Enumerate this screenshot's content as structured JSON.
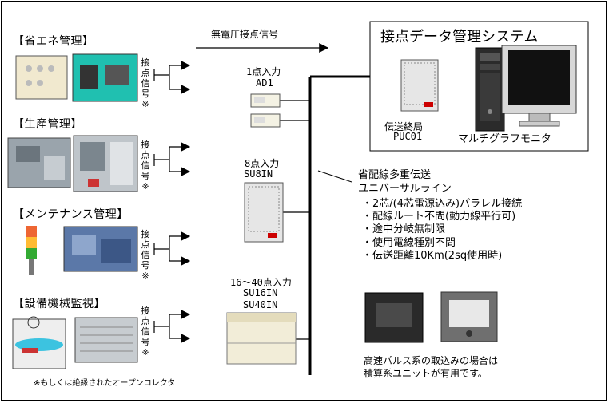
{
  "signal_arrow_label": "無電圧接点信号",
  "categories": [
    {
      "label": "【省エネ管理】"
    },
    {
      "label": "【生産管理】"
    },
    {
      "label": "【メンテナンス管理】"
    },
    {
      "label": "【設備機械監視】"
    }
  ],
  "signal_vertical": "接点信号※",
  "units": {
    "ad1_line1": "1点入力",
    "ad1_line2": "AD1",
    "su8_line1": "8点入力",
    "su8_line2": "SU8IN",
    "su16_line1": "16～40点入力",
    "su16_line2": "SU16IN",
    "su16_line3": "SU40IN"
  },
  "system": {
    "title": "接点データ管理システム",
    "terminal_line1": "伝送終局",
    "terminal_line2": "PUC01",
    "monitor_label": "マルチグラフモニタ"
  },
  "transmission": {
    "title_line1": "省配線多重伝送",
    "title_line2": "ユニバーサルライン",
    "features": [
      "・2芯/(4芯電源込み)パラレル接続",
      "・配線ルート不問(動力線平行可)",
      "・途中分岐無制限",
      "・使用電線種別不問",
      "・伝送距離10Km(2sq使用時)"
    ]
  },
  "pulse_note_line1": "高速パルス系の取込みの場合は",
  "pulse_note_line2": "積算系ユニットが有用です。",
  "footnote": "※もしくは絶縁されたオープンコレクタ"
}
